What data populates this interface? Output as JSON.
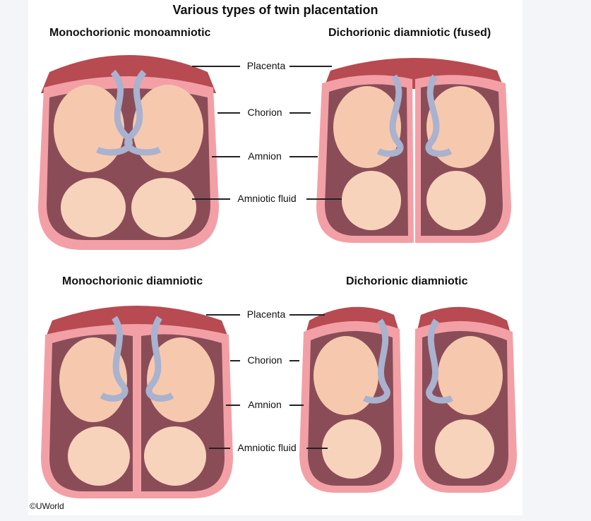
{
  "title": "Various types of twin placentation",
  "panels": {
    "top_left": "Monochorionic monoamniotic",
    "top_right": "Dichorionic diamniotic (fused)",
    "bottom_left": "Monochorionic diamniotic",
    "bottom_right": "Dichorionic diamniotic"
  },
  "labels_top": [
    "Placenta",
    "Chorion",
    "Amnion",
    "Amniotic fluid"
  ],
  "labels_bottom": [
    "Placenta",
    "Chorion",
    "Amnion",
    "Amniotic fluid"
  ],
  "credit": "©UWorld",
  "colors": {
    "placenta": "#b84a52",
    "chorion": "#f2a0a6",
    "fluid": "#8a4d58",
    "skin": "#f6c9ae",
    "cord": "#a9b2cf"
  }
}
